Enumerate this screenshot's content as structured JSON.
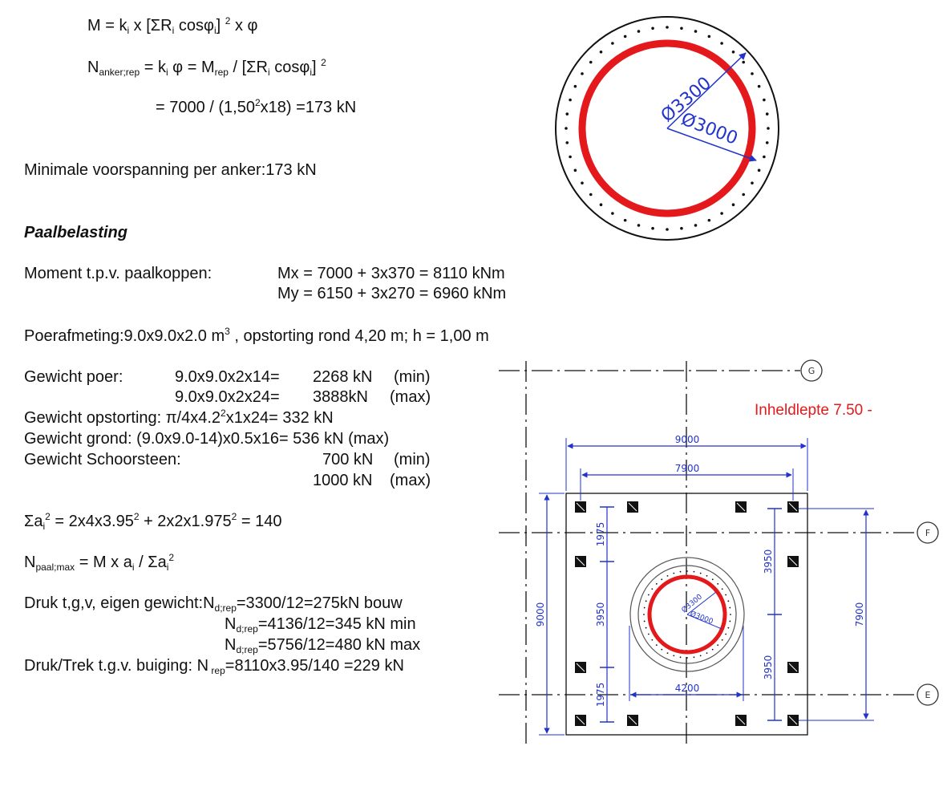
{
  "formulas": {
    "f1": {
      "a": "M = k",
      "b": "i",
      "c": " x [ΣR",
      "d": "i",
      "e": " cosφ",
      "f": "i",
      "g": "] ",
      "h": "2",
      "i": " x φ"
    },
    "f2": {
      "a": "N",
      "b": "anker;rep",
      "c": " = k",
      "d": "i",
      "e": " φ = M",
      "f": "rep",
      "g": " / [ΣR",
      "h": "i",
      "i": " cosφ",
      "j": "i",
      "k": "] ",
      "l": "2"
    },
    "f3": {
      "a": "= 7000 / (1,50",
      "b": "2",
      "c": "x18) =173 kN"
    }
  },
  "min_voorspanning": "Minimale voorspanning per anker:173 kN",
  "heading": "Paalbelasting",
  "moment": {
    "label": "Moment t.p.v. paalkoppen:",
    "mx": "Mx = 7000 + 3x370 = 8110 kNm",
    "my": "My = 6150 + 3x270 = 6960 kNm"
  },
  "poer": {
    "a": "Poerafmeting:9.0x9.0x2.0 m",
    "b": "3",
    "c": " , opstorting rond 4,20 m; h = 1,00 m"
  },
  "gewicht": {
    "poer_label": "Gewicht poer:",
    "poer_min_calc": "9.0x9.0x2x14=",
    "poer_min_val": "2268 kN",
    "poer_min_tag": "(min)",
    "poer_max_calc": "9.0x9.0x2x24=",
    "poer_max_val": "3888kN",
    "poer_max_tag": "(max)",
    "opstorting_a": "Gewicht opstorting:  π/4x4.2",
    "opstorting_b": "2",
    "opstorting_c": "x1x24=  332 kN",
    "grond": "Gewicht grond: (9.0x9.0-14)x0.5x16= 536 kN  (max)",
    "schoorsteen_label": "Gewicht Schoorsteen:",
    "schoorsteen_min_val": "700 kN",
    "schoorsteen_min_tag": "(min)",
    "schoorsteen_max_val": "1000 kN",
    "schoorsteen_max_tag": "(max)"
  },
  "sigma": {
    "a": "Σa",
    "b": "i",
    "c": "2",
    "d": " = 2x4x3.95",
    "e": "2",
    "f": " + 2x2x1.975",
    "g": "2",
    "h": " = 140"
  },
  "npaal": {
    "a": "N",
    "b": "paal;max",
    "c": " = M x a",
    "d": "i",
    "e": " / Σa",
    "f": "i",
    "g": "2"
  },
  "druk": {
    "l1_a": "Druk t,g,v, eigen gewicht:N",
    "l1_b": "d;rep",
    "l1_c": "=3300/12=275kN bouw",
    "l2_a": "N",
    "l2_b": "d;rep",
    "l2_c": "=4136/12=345 kN  min",
    "l3_a": "N",
    "l3_b": "d;rep",
    "l3_c": "=5756/12=480 kN  max",
    "l4_a": "Druk/Trek t.g.v. buiging: N",
    "l4_b": " rep",
    "l4_c": "=8110x3.95/140 =229 kN"
  },
  "circle_drawing": {
    "dim_outer": "Ø3300",
    "dim_inner": "Ø3000"
  },
  "plan_drawing": {
    "title": "Inheldlepte 7.50 -",
    "grid_g": "G",
    "grid_f": "F",
    "grid_e": "E",
    "dim_9000_top": "9000",
    "dim_7900_top": "7900",
    "dim_9000_left": "9000",
    "dim_1975_top": "1975",
    "dim_3950_left": "3950",
    "dim_1975_bottom": "1975",
    "dim_3950_right_top": "3950",
    "dim_3950_right_bottom": "3950",
    "dim_7900_right": "7900",
    "dim_4200": "4200",
    "dim_small_outer": "Ø3300",
    "dim_small_inner": "Ø3000"
  },
  "colors": {
    "red": "#e3191c",
    "blue": "#2233cc",
    "text": "#111111"
  }
}
